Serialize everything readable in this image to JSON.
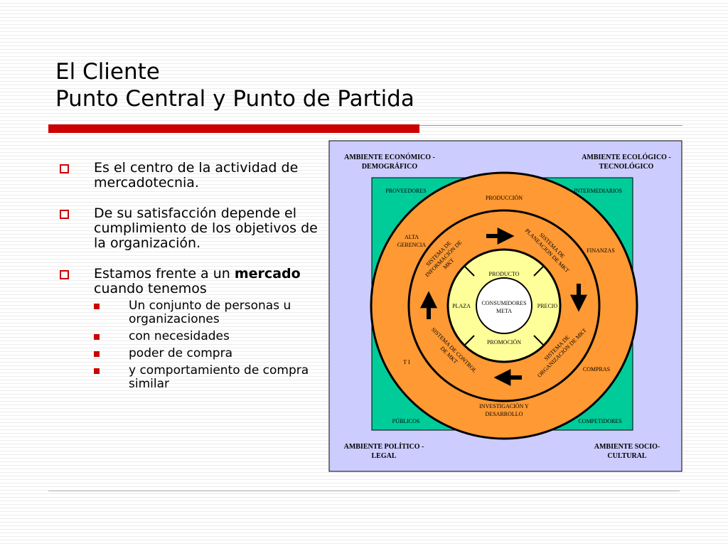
{
  "slide": {
    "title_line1": "El Cliente",
    "title_line2": "Punto Central y Punto de Partida"
  },
  "bullets": {
    "item1": "Es el centro de la actividad de mercadotecnia.",
    "item2": "De su satisfacción depende el cumplimiento de los objetivos de la organización.",
    "item3_before": "Estamos frente a un ",
    "item3_bold": "mercado",
    "item3_after": " cuando tenemos",
    "sub_items": [
      "Un conjunto de personas u organizaciones",
      "con necesidades",
      "poder de compra",
      "y comportamiento de compra similar"
    ]
  },
  "diagram": {
    "colors": {
      "outer_background": "#ccccff",
      "square_fill": "#00cc99",
      "ring_orange": "#ff9933",
      "ring_yellow": "#ffff99",
      "center_white": "#ffffff"
    },
    "outer_corners": {
      "top_left_1": "AMBIENTE ECONÓMICO -",
      "top_left_2": "DEMOGRÁFICO",
      "top_right_1": "AMBIENTE ECOLÓGICO -",
      "top_right_2": "TECNOLÓGICO",
      "bottom_left_1": "AMBIENTE POLÍTICO -",
      "bottom_left_2": "LEGAL",
      "bottom_right_1": "AMBIENTE SOCIO-",
      "bottom_right_2": "CULTURAL"
    },
    "square_labels": {
      "proveedores": "PROVEEDORES",
      "intermediarios": "INTERMEDIARIOS",
      "publicos": "PÚBLICOS",
      "competidores": "COMPETIDORES"
    },
    "outer_ring_labels": {
      "produccion": "PRODUCCIÓN",
      "alta_gerencia_1": "ALTA",
      "alta_gerencia_2": "GERENCIA",
      "finanzas": "FINANZAS",
      "ti": "T I",
      "compras": "COMPRAS",
      "investigacion_1": "INVESTIGACIÓN Y",
      "investigacion_2": "DESARROLLO"
    },
    "system_labels": {
      "informacion_1": "SISTEMA DE",
      "informacion_2": "INFORMACIÓN DE",
      "informacion_3": "MKT",
      "planeacion_1": "SISTEMA DE",
      "planeacion_2": "PLANEACION DE MKT",
      "control_1": "SISTEMA DE CONTROL",
      "control_2": "DE MKT",
      "organizacion_1": "SISTEMA DE",
      "organizacion_2": "ORGANIZACIÓN DE MKT"
    },
    "mix_labels": {
      "producto": "PRODUCTO",
      "precio": "PRECIO",
      "promocion": "PROMOCIÓN",
      "plaza": "PLAZA"
    },
    "center_label_1": "CONSUMIDORES",
    "center_label_2": "META"
  }
}
